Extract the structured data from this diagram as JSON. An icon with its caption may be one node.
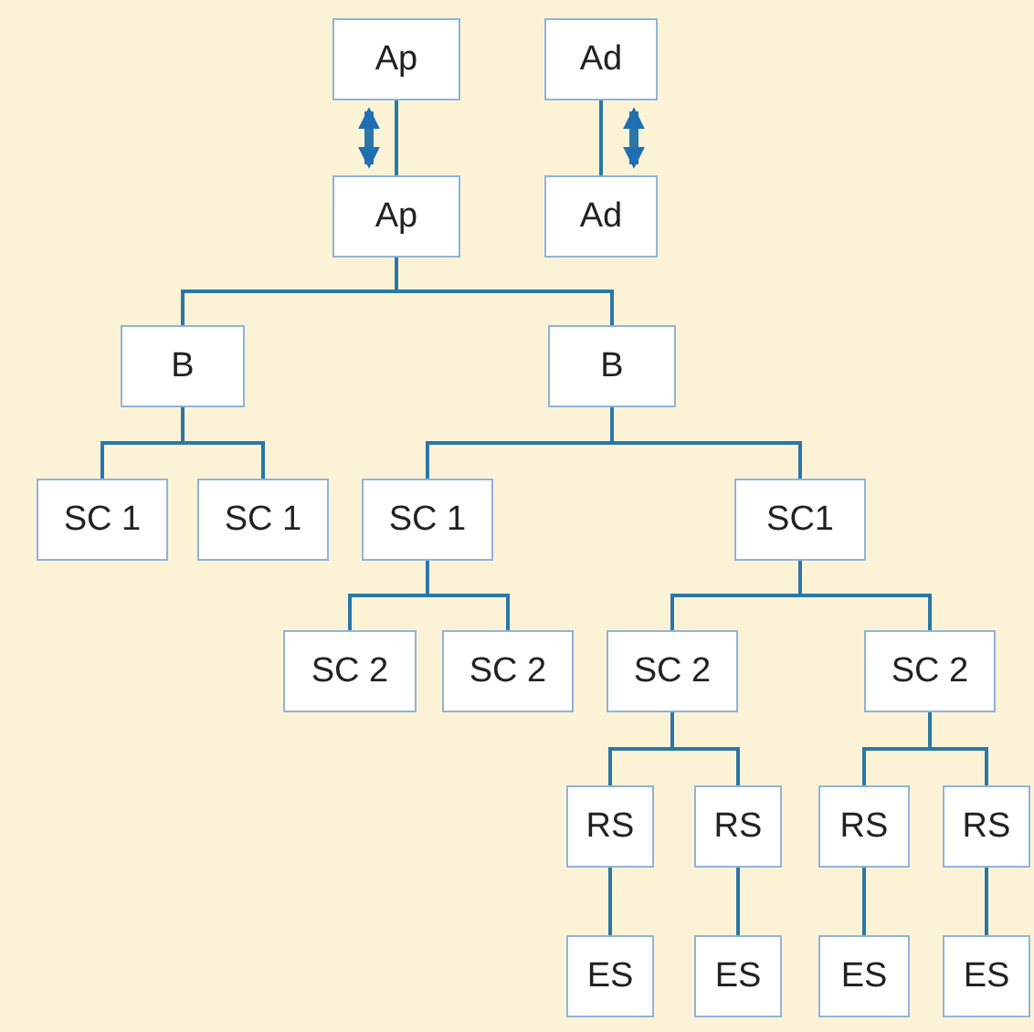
{
  "diagram": {
    "nodes": [
      {
        "text": [
          "Ap"
        ]
      },
      {
        "text": [
          "Ad"
        ]
      },
      {
        "text": [
          "Ap"
        ]
      },
      {
        "text": [
          "Ad"
        ]
      },
      {
        "text": [
          "B"
        ]
      },
      {
        "text": [
          "B"
        ]
      },
      {
        "text": [
          "SC 1"
        ]
      },
      {
        "text": [
          "SC 1"
        ]
      },
      {
        "text": [
          "SC 1"
        ]
      },
      {
        "text": [
          "SC1"
        ]
      },
      {
        "text": [
          "SC 2"
        ]
      },
      {
        "text": [
          "SC 2"
        ]
      },
      {
        "text": [
          "SC 2"
        ]
      },
      {
        "text": [
          "SC 2"
        ]
      },
      {
        "text": [
          "RS"
        ]
      },
      {
        "text": [
          "RS"
        ]
      },
      {
        "text": [
          "RS"
        ]
      },
      {
        "text": [
          "RS"
        ]
      },
      {
        "text": [
          "ES"
        ]
      },
      {
        "text": [
          "ES"
        ]
      },
      {
        "text": [
          "ES"
        ]
      },
      {
        "text": [
          "ES"
        ]
      }
    ],
    "edges": [
      {
        "from": 0,
        "to": 2,
        "arrow": "none"
      },
      {
        "from": 1,
        "to": 3,
        "arrow": "none"
      },
      {
        "from": 2,
        "to": 4,
        "arrow": "none"
      },
      {
        "from": 2,
        "to": 5,
        "arrow": "none"
      },
      {
        "from": 4,
        "to": 6,
        "arrow": "none"
      },
      {
        "from": 4,
        "to": 7,
        "arrow": "none"
      },
      {
        "from": 5,
        "to": 8,
        "arrow": "none"
      },
      {
        "from": 5,
        "to": 9,
        "arrow": "none"
      },
      {
        "from": 8,
        "to": 10,
        "arrow": "none"
      },
      {
        "from": 8,
        "to": 11,
        "arrow": "none"
      },
      {
        "from": 9,
        "to": 12,
        "arrow": "none"
      },
      {
        "from": 9,
        "to": 13,
        "arrow": "none"
      },
      {
        "from": 12,
        "to": 14,
        "arrow": "none"
      },
      {
        "from": 12,
        "to": 15,
        "arrow": "none"
      },
      {
        "from": 13,
        "to": 16,
        "arrow": "none"
      },
      {
        "from": 13,
        "to": 17,
        "arrow": "none"
      },
      {
        "from": 14,
        "to": 18,
        "arrow": "none"
      },
      {
        "from": 15,
        "to": 19,
        "arrow": "none"
      },
      {
        "from": 16,
        "to": 20,
        "arrow": "none"
      },
      {
        "from": 17,
        "to": 21,
        "arrow": "none"
      },
      {
        "from": 0,
        "to": 2,
        "arrow": "both",
        "style": "thick"
      },
      {
        "from": 1,
        "to": 3,
        "arrow": "both",
        "style": "thick"
      }
    ]
  }
}
